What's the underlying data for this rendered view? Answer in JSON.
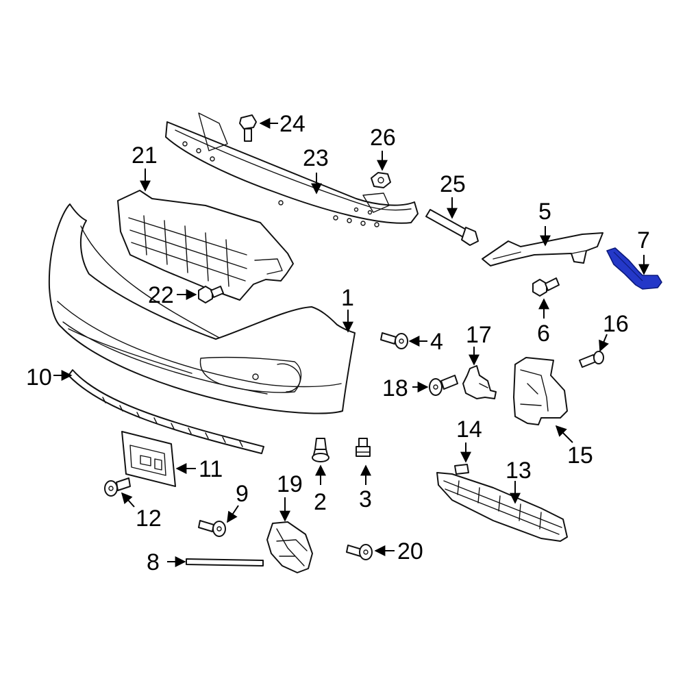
{
  "diagram": {
    "highlight_color": "#2438c8",
    "line_color": "#000000",
    "background": "#ffffff",
    "highlighted_part": "7",
    "callouts": [
      {
        "id": "c1",
        "label": "1"
      },
      {
        "id": "c2",
        "label": "2"
      },
      {
        "id": "c3",
        "label": "3"
      },
      {
        "id": "c4",
        "label": "4"
      },
      {
        "id": "c5",
        "label": "5"
      },
      {
        "id": "c6",
        "label": "6"
      },
      {
        "id": "c7",
        "label": "7"
      },
      {
        "id": "c8",
        "label": "8"
      },
      {
        "id": "c9",
        "label": "9"
      },
      {
        "id": "c10",
        "label": "10"
      },
      {
        "id": "c11",
        "label": "11"
      },
      {
        "id": "c12",
        "label": "12"
      },
      {
        "id": "c13",
        "label": "13"
      },
      {
        "id": "c14",
        "label": "14"
      },
      {
        "id": "c15",
        "label": "15"
      },
      {
        "id": "c16",
        "label": "16"
      },
      {
        "id": "c17",
        "label": "17"
      },
      {
        "id": "c18",
        "label": "18"
      },
      {
        "id": "c19",
        "label": "19"
      },
      {
        "id": "c20",
        "label": "20"
      },
      {
        "id": "c21",
        "label": "21"
      },
      {
        "id": "c22",
        "label": "22"
      },
      {
        "id": "c23",
        "label": "23"
      },
      {
        "id": "c24",
        "label": "24"
      },
      {
        "id": "c25",
        "label": "25"
      },
      {
        "id": "c26",
        "label": "26"
      }
    ]
  }
}
